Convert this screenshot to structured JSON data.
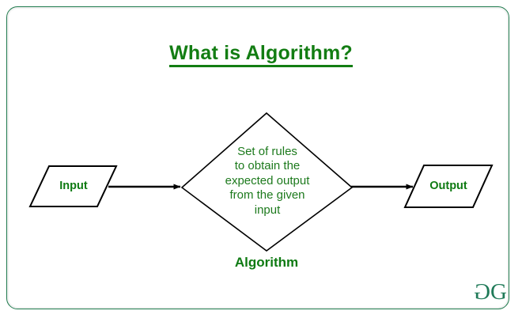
{
  "page": {
    "title": "What is Algorithm?",
    "background_color": "#ffffff",
    "border_color": "#1f7a4d",
    "accent_green": "#137d13",
    "line_color": "#000000"
  },
  "diagram": {
    "type": "flowchart",
    "nodes": [
      {
        "id": "input",
        "shape": "parallelogram",
        "label": "Input",
        "text_color": "#0e7a12",
        "stroke_color": "#000000"
      },
      {
        "id": "algorithm",
        "shape": "diamond",
        "caption": "Algorithm",
        "lines": [
          "Set of rules",
          "to obtain the",
          "expected output",
          "from the given",
          "input"
        ],
        "text_color": "#1d7a1d",
        "stroke_color": "#000000"
      },
      {
        "id": "output",
        "shape": "parallelogram",
        "label": "Output",
        "text_color": "#0e7a12",
        "stroke_color": "#000000"
      }
    ],
    "edges": [
      {
        "id": "input-to-algorithm",
        "from": "input",
        "to": "algorithm",
        "arrow": true
      },
      {
        "id": "algorithm-to-output",
        "from": "algorithm",
        "to": "output",
        "arrow": true
      }
    ]
  },
  "logo": {
    "mark_left": "G",
    "mark_right": "G",
    "color": "#1f7a58"
  }
}
